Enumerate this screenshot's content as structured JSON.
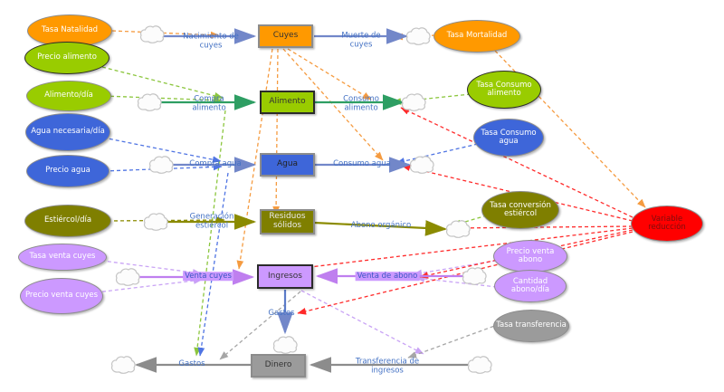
{
  "palette": {
    "node_orange": "#FF9900",
    "node_green": "#99CC00",
    "node_blue": "#3E66D9",
    "node_olive": "#7F7F00",
    "node_purple": "#CC99FF",
    "node_gray": "#9B9B9B",
    "node_red": "#FF0000",
    "flow_blue": "#7287C9",
    "flow_green": "#2E9E63",
    "flow_olive": "#8B8B00",
    "flow_purple": "#BF7FEF",
    "flow_gray": "#8C8C8C",
    "flow_label_blue": "#4472C4",
    "link_orange": "#F59B40",
    "link_green": "#8CC63E",
    "link_blue": "#4F74E3",
    "link_purple": "#C9A3F5",
    "link_red": "#FF2A2A",
    "link_gray": "#A6A6A6",
    "highlight_purple": "#CC99FF"
  },
  "ellipses": {
    "tasa_natalidad": {
      "label": "Tasa Natalidad"
    },
    "precio_alimento": {
      "label": "Precio alimento"
    },
    "alimento_dia": {
      "label": "Alimento/día"
    },
    "agua_necesaria": {
      "label": "Agua necesaria/día"
    },
    "precio_agua": {
      "label": "Precio agua"
    },
    "estiercol_dia": {
      "label": "Estiércol/día"
    },
    "tasa_venta_cuyes": {
      "label": "Tasa venta cuyes"
    },
    "precio_venta_cuyes": {
      "label": "Precio venta cuyes"
    },
    "tasa_mortalidad": {
      "label": "Tasa Mortalidad"
    },
    "tasa_consumo_alimento": {
      "label": "Tasa Consumo alimento"
    },
    "tasa_consumo_agua": {
      "label": "Tasa Consumo agua"
    },
    "tasa_conversion_estiercol": {
      "label": "Tasa conversión estiércol"
    },
    "variable_reduccion": {
      "label": "Variable reducción"
    },
    "precio_venta_abono": {
      "label": "Precio venta abono"
    },
    "cantidad_abono_dia": {
      "label": "Cantidad abono/día"
    },
    "tasa_transferencia": {
      "label": "Tasa transferencia"
    }
  },
  "stocks": {
    "cuyes": {
      "label": "Cuyes"
    },
    "alimento": {
      "label": "Alimento"
    },
    "agua": {
      "label": "Agua"
    },
    "residuos_solidos": {
      "label": "Residuos sólidos"
    },
    "ingresos": {
      "label": "Ingresos"
    },
    "dinero": {
      "label": "Dinero"
    }
  },
  "flows": {
    "nacimiento_cuyes": {
      "label": "Nacimiento de cuyes"
    },
    "muerte_cuyes": {
      "label": "Muerte de cuyes"
    },
    "compra_alimento": {
      "label": "Compra alimento"
    },
    "consumo_alimento": {
      "label": "Consumo alimento"
    },
    "compra_agua": {
      "label": "Compra agua"
    },
    "consumo_agua": {
      "label": "Consumo agua"
    },
    "generacion_estiercol": {
      "label": "Generación estiércol"
    },
    "abono_organico": {
      "label": "Abono orgánico"
    },
    "venta_cuyes": {
      "label": "Venta cuyes"
    },
    "venta_abono": {
      "label": "Venta de abono"
    },
    "gastos_ingresos": {
      "label": "Gastos"
    },
    "gastos_dinero": {
      "label": "Gastos"
    },
    "transferencia_ingresos": {
      "label": "Transferencia de ingresos"
    }
  }
}
